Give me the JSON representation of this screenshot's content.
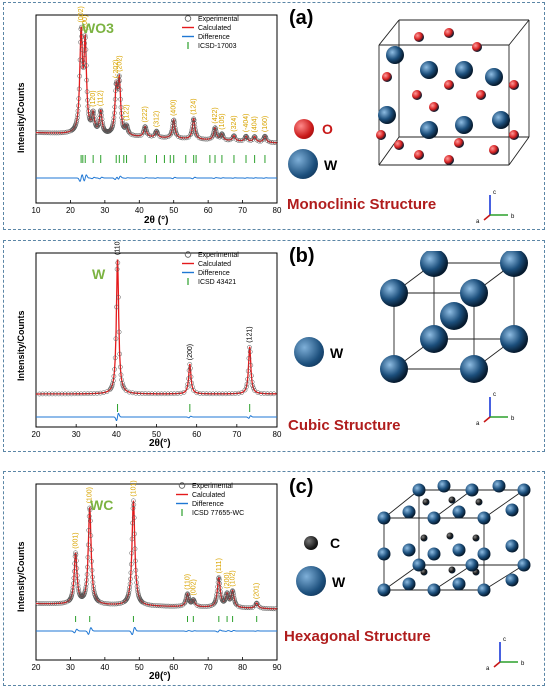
{
  "colors": {
    "experimental": "#555555",
    "calculated": "#e41a1c",
    "difference": "#1f77d4",
    "bragg": "#2ca02c",
    "hkl_label": "#d9a400",
    "title_green": "#7cb342",
    "structure_red": "#b01d1d",
    "oxygen": "#d62020",
    "tungsten": "#1c4f7c",
    "carbon": "#1a1a1a"
  },
  "panels": [
    {
      "letter": "(a)",
      "structure": "Monoclinic Structure",
      "elements": [
        {
          "symbol": "O",
          "atom": "oxygen"
        },
        {
          "symbol": "W",
          "atom": "tungsten"
        }
      ],
      "axes_triad": [
        "c",
        "b",
        "a"
      ]
    },
    {
      "letter": "(b)",
      "structure": "Cubic Structure",
      "elements": [
        {
          "symbol": "W",
          "atom": "tungsten"
        }
      ],
      "axes_triad": [
        "c",
        "b",
        "a"
      ]
    },
    {
      "letter": "(c)",
      "structure": "Hexagonal Structure",
      "elements": [
        {
          "symbol": "C",
          "atom": "carbon"
        },
        {
          "symbol": "W",
          "atom": "tungsten"
        }
      ],
      "axes_triad": [
        "c",
        "b",
        "a"
      ]
    }
  ],
  "chart_data": [
    {
      "type": "line",
      "title": "WO3",
      "xlabel": "2θ (°)",
      "ylabel": "Intensity/Counts",
      "xlim": [
        10,
        80
      ],
      "xticks": [
        10,
        20,
        30,
        40,
        50,
        60,
        70,
        80
      ],
      "legend": [
        "Experimental",
        "Calculated",
        "Difference",
        "ICSD-17003"
      ],
      "legend_position": "top-right",
      "peaks": [
        {
          "x": 23.1,
          "height": 0.95,
          "hkl": "(002)"
        },
        {
          "x": 24.3,
          "height": 0.85,
          "hkl": "(200)"
        },
        {
          "x": 26.6,
          "height": 0.18,
          "hkl": "(120)"
        },
        {
          "x": 28.8,
          "height": 0.22,
          "hkl": "(112)"
        },
        {
          "x": 33.3,
          "height": 0.42,
          "hkl": "(-202)"
        },
        {
          "x": 34.2,
          "height": 0.5,
          "hkl": "(202)"
        },
        {
          "x": 36.3,
          "height": 0.08,
          "hkl": "(122)"
        },
        {
          "x": 41.7,
          "height": 0.1,
          "hkl": "(222)"
        },
        {
          "x": 45.0,
          "height": 0.06,
          "hkl": "(312)"
        },
        {
          "x": 50.0,
          "height": 0.18,
          "hkl": "(400)"
        },
        {
          "x": 55.8,
          "height": 0.2,
          "hkl": "(124)"
        },
        {
          "x": 62.0,
          "height": 0.12,
          "hkl": "(422)"
        },
        {
          "x": 64.0,
          "height": 0.06,
          "hkl": "(105)"
        },
        {
          "x": 67.5,
          "height": 0.05,
          "hkl": "(324)"
        },
        {
          "x": 71.0,
          "height": 0.05,
          "hkl": "(-404)"
        },
        {
          "x": 73.5,
          "height": 0.05,
          "hkl": "(404)"
        },
        {
          "x": 76.5,
          "height": 0.06,
          "hkl": "(160)"
        }
      ],
      "bragg_ticks": [
        23.1,
        23.6,
        24.3,
        26.6,
        28.8,
        33.3,
        34.2,
        35.5,
        36.3,
        41.7,
        45.0,
        47.3,
        49.0,
        50.0,
        53.5,
        55.8,
        56.5,
        60.5,
        62.0,
        64.0,
        67.5,
        71.0,
        73.5,
        76.5
      ]
    },
    {
      "type": "line",
      "title": "W",
      "xlabel": "2θ(°)",
      "ylabel": "Intensity/Counts",
      "xlim": [
        20,
        80
      ],
      "xticks": [
        20,
        30,
        40,
        50,
        60,
        70,
        80
      ],
      "legend": [
        "Experimental",
        "Calculated",
        "Difference",
        "ICSD 43421"
      ],
      "legend_position": "top-right",
      "peaks": [
        {
          "x": 40.3,
          "height": 1.0,
          "hkl": "(110)"
        },
        {
          "x": 58.3,
          "height": 0.22,
          "hkl": "(200)"
        },
        {
          "x": 73.2,
          "height": 0.35,
          "hkl": "(121)"
        }
      ],
      "bragg_ticks": [
        40.3,
        58.3,
        73.2
      ]
    },
    {
      "type": "line",
      "title": "WC",
      "xlabel": "2θ(°)",
      "ylabel": "Intensity/Counts",
      "xlim": [
        20,
        90
      ],
      "xticks": [
        20,
        30,
        40,
        50,
        60,
        70,
        80,
        90
      ],
      "legend": [
        "Experimental",
        "Calculated",
        "Difference",
        "ICSD 77655-WC"
      ],
      "legend_position": "top-right",
      "peaks": [
        {
          "x": 31.5,
          "height": 0.48,
          "hkl": "(001)"
        },
        {
          "x": 35.6,
          "height": 0.92,
          "hkl": "(100)"
        },
        {
          "x": 48.3,
          "height": 1.0,
          "hkl": "(101)"
        },
        {
          "x": 64.0,
          "height": 0.12,
          "hkl": "(110)"
        },
        {
          "x": 65.7,
          "height": 0.06,
          "hkl": "(002)"
        },
        {
          "x": 73.1,
          "height": 0.28,
          "hkl": "(111)"
        },
        {
          "x": 75.5,
          "height": 0.12,
          "hkl": "(200)"
        },
        {
          "x": 77.1,
          "height": 0.15,
          "hkl": "(102)"
        },
        {
          "x": 84.1,
          "height": 0.05,
          "hkl": "(201)"
        }
      ],
      "bragg_ticks": [
        31.5,
        35.6,
        48.3,
        64.0,
        65.7,
        73.1,
        75.5,
        77.1,
        84.1
      ]
    }
  ]
}
